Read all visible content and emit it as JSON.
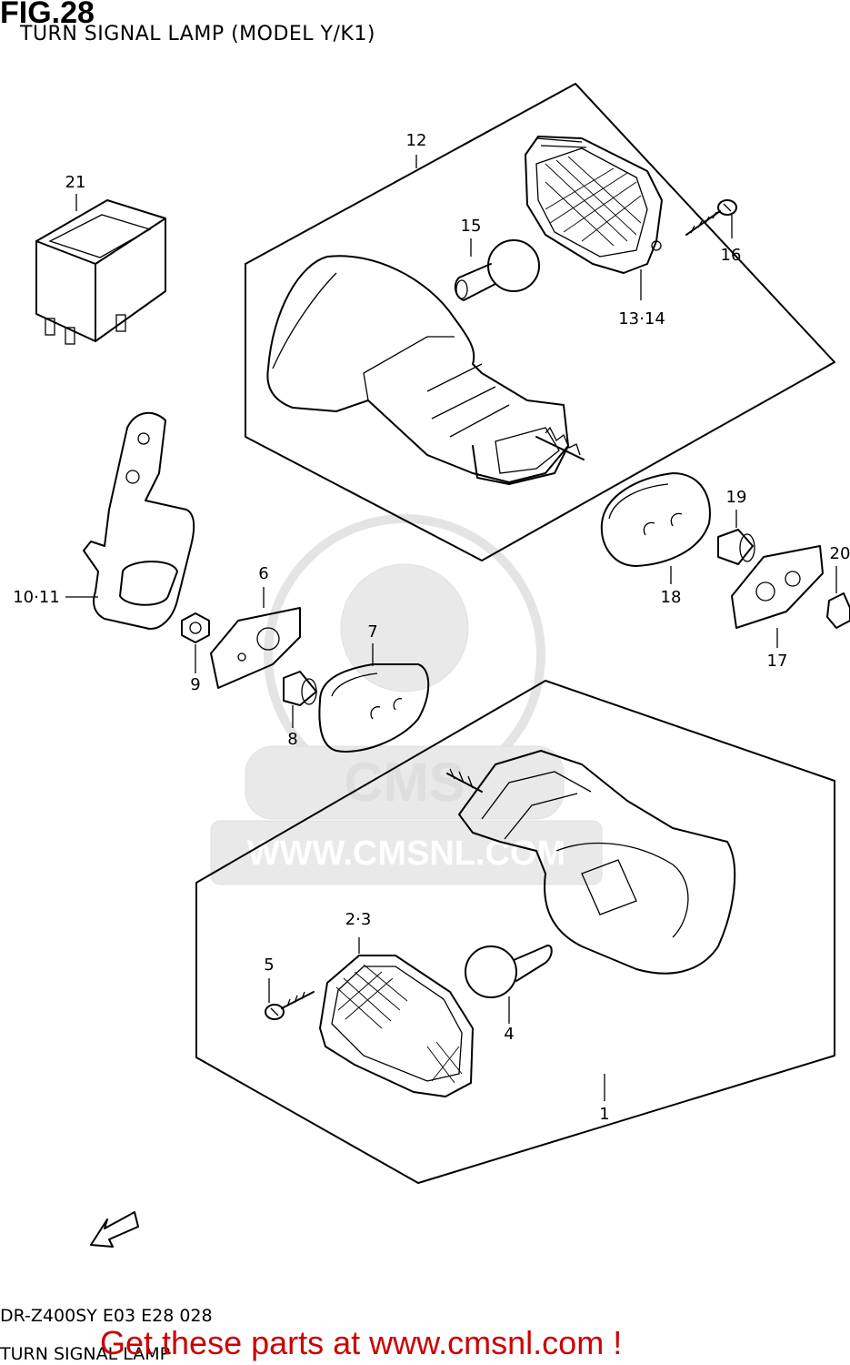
{
  "figure": {
    "number": "FIG.28",
    "title": "TURN SIGNAL LAMP (MODEL Y/K1)"
  },
  "callouts": {
    "c1": "1",
    "c2_3": "2·3",
    "c4": "4",
    "c5": "5",
    "c6": "6",
    "c7": "7",
    "c8": "8",
    "c9": "9",
    "c10_11": "10·11",
    "c12": "12",
    "c13_14": "13·14",
    "c15": "15",
    "c16": "16",
    "c17": "17",
    "c18": "18",
    "c19": "19",
    "c20": "20",
    "c21": "21"
  },
  "direction": {
    "fwd": "FWD"
  },
  "watermark": {
    "text": "WWW.CMSNL.COM",
    "brand": "CMS"
  },
  "footer": {
    "model_code": "DR-Z400SY E03 E28 028",
    "page_name": "TURN SIGNAL LAMP"
  },
  "banner": {
    "text": "Get these parts at www.cmsnl.com !"
  }
}
